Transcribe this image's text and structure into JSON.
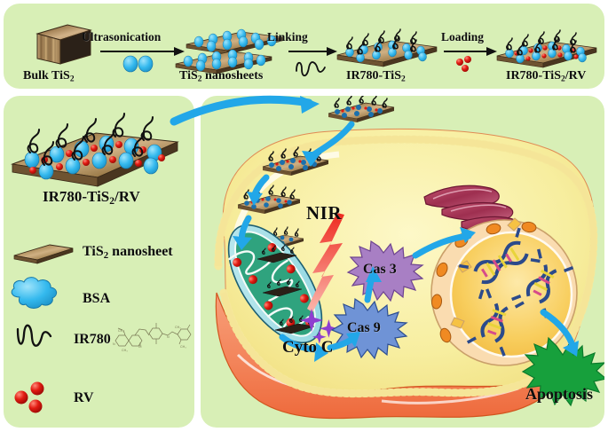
{
  "figure": {
    "title": "IR780-TiS2/RV synthesis and intracellular apoptosis pathway schematic",
    "panel_bg": "#d8efb6"
  },
  "synthesis": {
    "steps": [
      {
        "id": "bulk",
        "label_html": "Bulk TiS",
        "sub": "2",
        "icon": "bulk-tis2-block-icon"
      },
      {
        "id": "nanosheets",
        "label_html": "TiS",
        "sub": "2",
        "label_tail": " nanosheets",
        "icon": "tis2-nanosheets-icon"
      },
      {
        "id": "ir780tis2",
        "label_html": "IR780-TiS",
        "sub": "2",
        "icon": "ir780-tis2-sheet-icon"
      },
      {
        "id": "ir780tis2rv",
        "label_html": "IR780-TiS",
        "sub": "2",
        "label_tail": "/RV",
        "icon": "ir780-tis2-rv-sheet-icon"
      }
    ],
    "arrows": [
      {
        "id": "arrow-ultrasonication",
        "label": "Ultrasonication",
        "sub_icon": "bsa-dots-icon"
      },
      {
        "id": "arrow-linking",
        "label": "Linking",
        "sub_icon": "ir780-squiggle-icon"
      },
      {
        "id": "arrow-loading",
        "label": "Loading",
        "sub_icon": "rv-red-dots-icon"
      }
    ]
  },
  "legend": {
    "hero": {
      "label_html": "IR780-TiS",
      "sub": "2",
      "label_tail": "/RV",
      "icon": "ir780-tis2-rv-large-sheet-icon"
    },
    "items": [
      {
        "id": "tis2-nanosheet",
        "label_html": "TiS",
        "sub": "2",
        "label_tail": " nanosheet",
        "icon": "tis2-nanosheet-icon",
        "color": "#b99a6b"
      },
      {
        "id": "bsa",
        "label_html": "BSA",
        "icon": "bsa-cloud-icon",
        "color": "#3fc0f0"
      },
      {
        "id": "ir780",
        "label_html": "IR780",
        "icon": "ir780-squiggle-icon",
        "color": "#111111",
        "extra_icon": "ir780-structural-formula-icon"
      },
      {
        "id": "rv",
        "label_html": "RV",
        "icon": "rv-red-dots-icon",
        "color": "#e01b1b"
      }
    ]
  },
  "cell": {
    "membrane_color": "#ef6a3c",
    "membrane_bead_color": "#f5e89a",
    "cytoplasm_color": "#f6f0a8",
    "labels": [
      {
        "id": "nir",
        "text": "NIR",
        "color": "#0d0d0d"
      },
      {
        "id": "cyto-c",
        "text": "Cyto C",
        "color": "#0d0d0d"
      },
      {
        "id": "cas9",
        "text": "Cas 9",
        "color": "#0d0d0d",
        "burst_color": "#6f93d6"
      },
      {
        "id": "cas3",
        "text": "Cas 3",
        "color": "#0d0d0d",
        "burst_color": "#a87fc4"
      },
      {
        "id": "apoptosis",
        "text": "Apoptosis",
        "color": "#0d0d0d",
        "burst_color": "#17a03c"
      }
    ],
    "organelles": [
      {
        "id": "mitochondrion",
        "name": "mitochondrion-icon",
        "color": "#2fa37e"
      },
      {
        "id": "golgi",
        "name": "golgi-apparatus-icon",
        "color": "#a8375f"
      },
      {
        "id": "nucleus",
        "name": "nucleus-icon",
        "color": "#f6c243"
      },
      {
        "id": "dna",
        "name": "dna-helix-icon",
        "color": "#2b4a8b"
      }
    ],
    "nir_beam_color": "#ee2b20",
    "arrow_color": "#22a7e8",
    "internalized_sheets": 4
  }
}
